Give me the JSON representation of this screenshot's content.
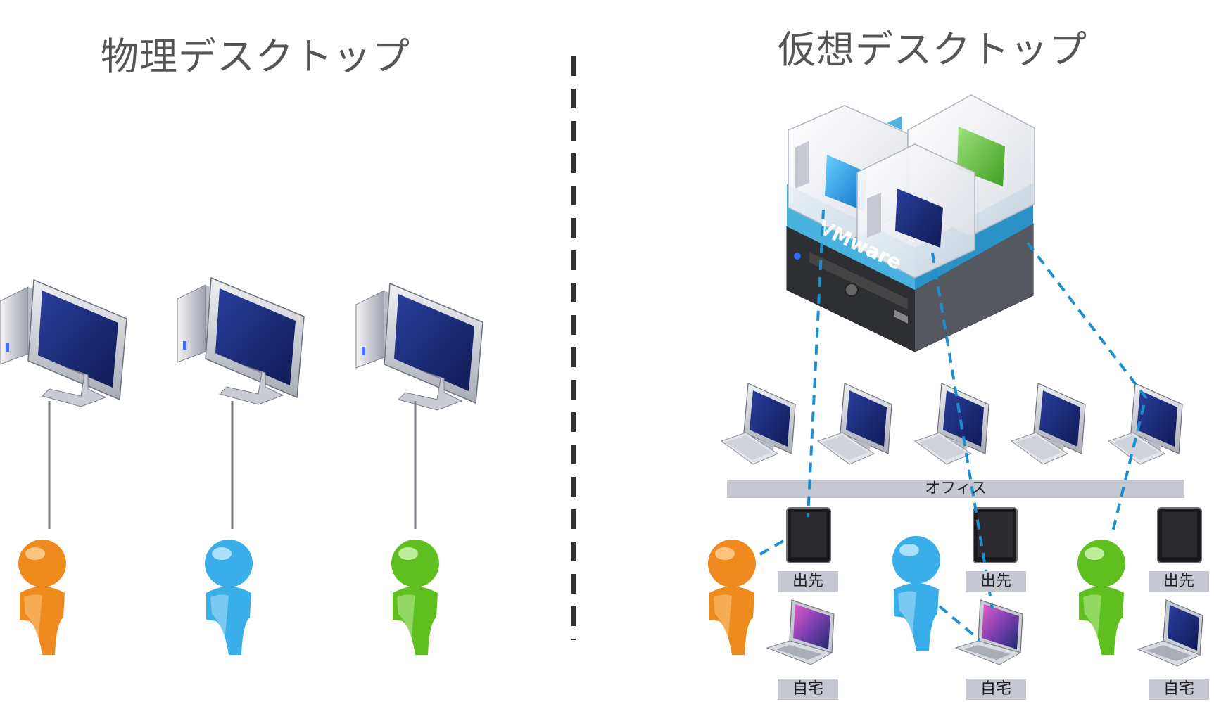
{
  "titles": {
    "physical": "物理デスクトップ",
    "virtual": "仮想デスクトップ"
  },
  "server": {
    "brand": "VMware"
  },
  "office": {
    "label": "オフィス"
  },
  "users": [
    {
      "color": "#ef8a1e",
      "device_labels": [
        "出先",
        "自宅"
      ]
    },
    {
      "color": "#3aaee8",
      "device_labels": [
        "出先",
        "自宅"
      ]
    },
    {
      "color": "#5fbf1f",
      "device_labels": [
        "出先",
        "自宅"
      ]
    }
  ],
  "colors": {
    "link": "#1b8fcf",
    "divider": "#333333",
    "office_bar": "#c5c8d0",
    "monitor_screen": "#1a2a7a",
    "vmware_band": "#4fb3de"
  }
}
